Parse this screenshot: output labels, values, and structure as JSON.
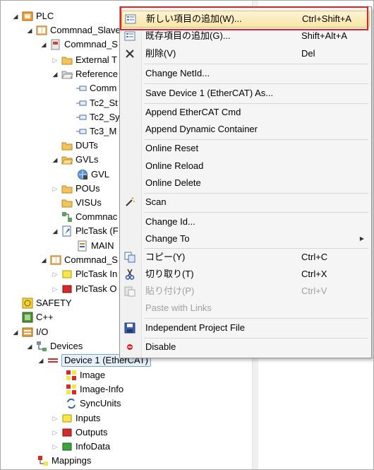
{
  "tree": {
    "items": [
      {
        "label": "PLC",
        "icon": "plc-icon"
      },
      {
        "label": "Commnad_Slave",
        "icon": "project-icon"
      },
      {
        "label": "Commnad_S",
        "icon": "plc-project-icon"
      },
      {
        "label": "External T",
        "icon": "folder-icon"
      },
      {
        "label": "Reference",
        "icon": "folder-open-icon"
      },
      {
        "label": "Comm",
        "icon": "reference-icon"
      },
      {
        "label": "Tc2_St",
        "icon": "reference-icon"
      },
      {
        "label": "Tc2_Sy",
        "icon": "reference-icon"
      },
      {
        "label": "Tc3_M",
        "icon": "reference-icon"
      },
      {
        "label": "DUTs",
        "icon": "folder-icon"
      },
      {
        "label": "GVLs",
        "icon": "folder-open-icon"
      },
      {
        "label": "GVL",
        "icon": "gvl-icon"
      },
      {
        "label": "POUs",
        "icon": "folder-icon"
      },
      {
        "label": "VISUs",
        "icon": "folder-icon"
      },
      {
        "label": "Commnac",
        "icon": "task-config-icon"
      },
      {
        "label": "PlcTask (F",
        "icon": "plc-task-icon"
      },
      {
        "label": "MAIN",
        "icon": "main-pou-icon"
      },
      {
        "label": "Commnad_S",
        "icon": "project-instance-icon"
      },
      {
        "label": "PlcTask In",
        "icon": "inputs-icon"
      },
      {
        "label": "PlcTask O",
        "icon": "outputs-icon"
      },
      {
        "label": "SAFETY",
        "icon": "safety-icon"
      },
      {
        "label": "C++",
        "icon": "cpp-icon"
      },
      {
        "label": "I/O",
        "icon": "io-icon"
      },
      {
        "label": "Devices",
        "icon": "devices-icon"
      },
      {
        "label": "Device 1 (EtherCAT)",
        "icon": "ethercat-icon"
      },
      {
        "label": "Image",
        "icon": "image-icon"
      },
      {
        "label": "Image-Info",
        "icon": "image-info-icon"
      },
      {
        "label": "SyncUnits",
        "icon": "sync-units-icon"
      },
      {
        "label": "Inputs",
        "icon": "inputs-icon"
      },
      {
        "label": "Outputs",
        "icon": "outputs-icon"
      },
      {
        "label": "InfoData",
        "icon": "infodata-icon"
      },
      {
        "label": "Mappings",
        "icon": "mappings-icon"
      }
    ]
  },
  "menu": {
    "items": [
      {
        "label": "新しい項目の追加(W)...",
        "shortcut": "Ctrl+Shift+A",
        "icon": "add-new-item-icon"
      },
      {
        "label": "既存項目の追加(G)...",
        "shortcut": "Shift+Alt+A",
        "icon": "add-existing-item-icon"
      },
      {
        "label": "削除(V)",
        "shortcut": "Del",
        "icon": "delete-icon"
      },
      {
        "label": "Change NetId...",
        "shortcut": "",
        "icon": ""
      },
      {
        "label": "Save Device 1 (EtherCAT) As...",
        "shortcut": "",
        "icon": ""
      },
      {
        "label": "Append EtherCAT Cmd",
        "shortcut": "",
        "icon": ""
      },
      {
        "label": "Append Dynamic Container",
        "shortcut": "",
        "icon": ""
      },
      {
        "label": "Online Reset",
        "shortcut": "",
        "icon": ""
      },
      {
        "label": "Online Reload",
        "shortcut": "",
        "icon": ""
      },
      {
        "label": "Online Delete",
        "shortcut": "",
        "icon": ""
      },
      {
        "label": "Scan",
        "shortcut": "",
        "icon": "scan-wand-icon"
      },
      {
        "label": "Change Id...",
        "shortcut": "",
        "icon": ""
      },
      {
        "label": "Change To",
        "shortcut": "",
        "icon": ""
      },
      {
        "label": "コピー(Y)",
        "shortcut": "Ctrl+C",
        "icon": "copy-icon"
      },
      {
        "label": "切り取り(T)",
        "shortcut": "Ctrl+X",
        "icon": "cut-icon"
      },
      {
        "label": "貼り付け(P)",
        "shortcut": "Ctrl+V",
        "icon": "paste-icon"
      },
      {
        "label": "Paste with Links",
        "shortcut": "",
        "icon": ""
      },
      {
        "label": "Independent Project File",
        "shortcut": "",
        "icon": "save-disk-icon"
      },
      {
        "label": "Disable",
        "shortcut": "",
        "icon": "disable-icon"
      }
    ]
  }
}
